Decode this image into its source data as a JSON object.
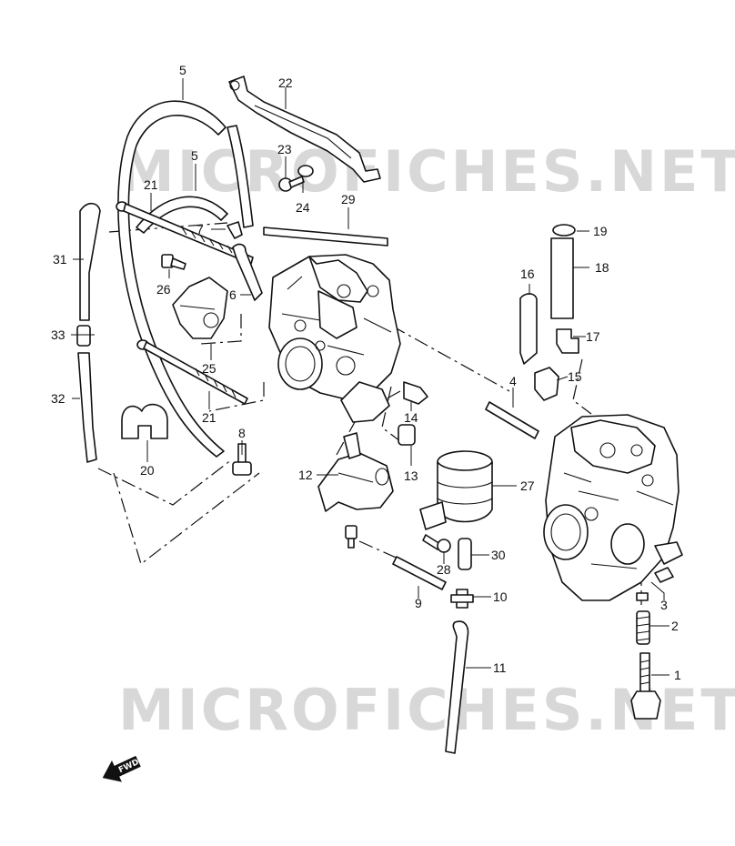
{
  "watermark": "MICROFICHES.NET",
  "fwd_label": "FWD",
  "callouts": [
    "1",
    "2",
    "3",
    "4",
    "5",
    "5",
    "6",
    "7",
    "8",
    "9",
    "10",
    "11",
    "12",
    "13",
    "14",
    "15",
    "16",
    "17",
    "18",
    "19",
    "20",
    "21",
    "21",
    "22",
    "23",
    "24",
    "25",
    "26",
    "27",
    "28",
    "29",
    "30",
    "31",
    "32",
    "33"
  ]
}
